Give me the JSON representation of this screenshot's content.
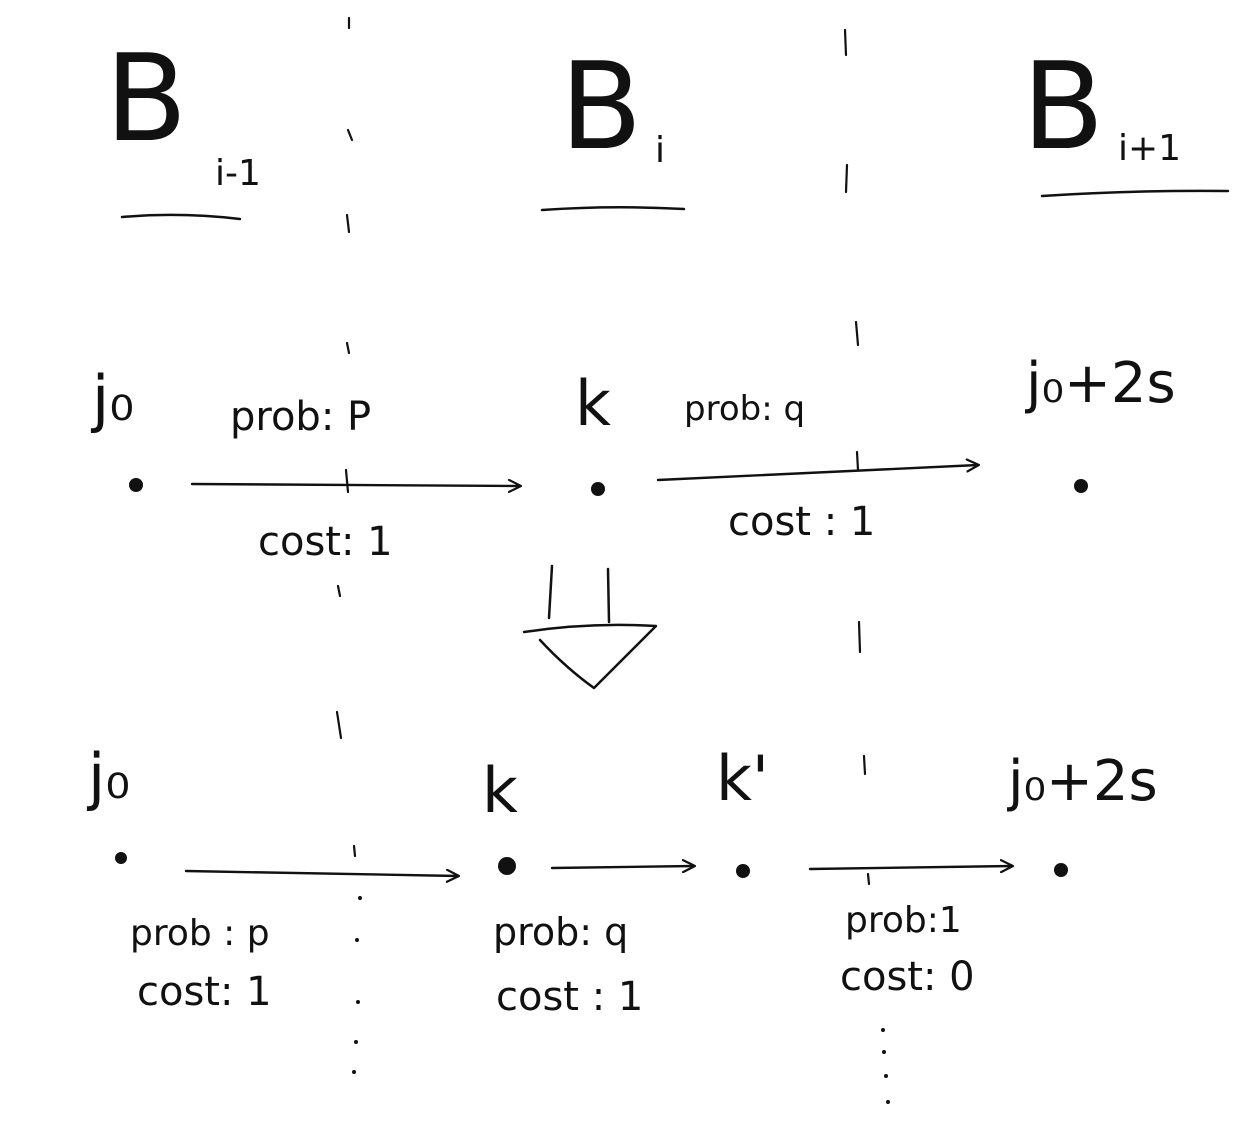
{
  "colors": {
    "ink": "#111111",
    "background": "#ffffff"
  },
  "blocks": {
    "left": {
      "letter": "B",
      "subscript": "i-1"
    },
    "middle": {
      "letter": "B",
      "subscript": "i"
    },
    "right": {
      "letter": "B",
      "subscript": "i+1"
    }
  },
  "top_row": {
    "node_start": "j₀",
    "node_mid": "k",
    "node_end": "j₀+2s",
    "edge1": {
      "prob": "prob:  P",
      "cost": "cost: 1"
    },
    "edge2": {
      "prob": "prob: q",
      "cost": "cost : 1"
    }
  },
  "bottom_row": {
    "node_start": "j₀",
    "node_k": "k",
    "node_kprime": "k'",
    "node_end": "j₀+2s",
    "edge1": {
      "prob": "prob :  p",
      "cost": "cost: 1"
    },
    "edge2": {
      "prob": "prob: q",
      "cost": "cost : 1"
    },
    "edge3": {
      "prob": "prob:1",
      "cost": "cost: 0"
    }
  },
  "ellipsis_left": "⋮",
  "ellipsis_right": "⋮"
}
